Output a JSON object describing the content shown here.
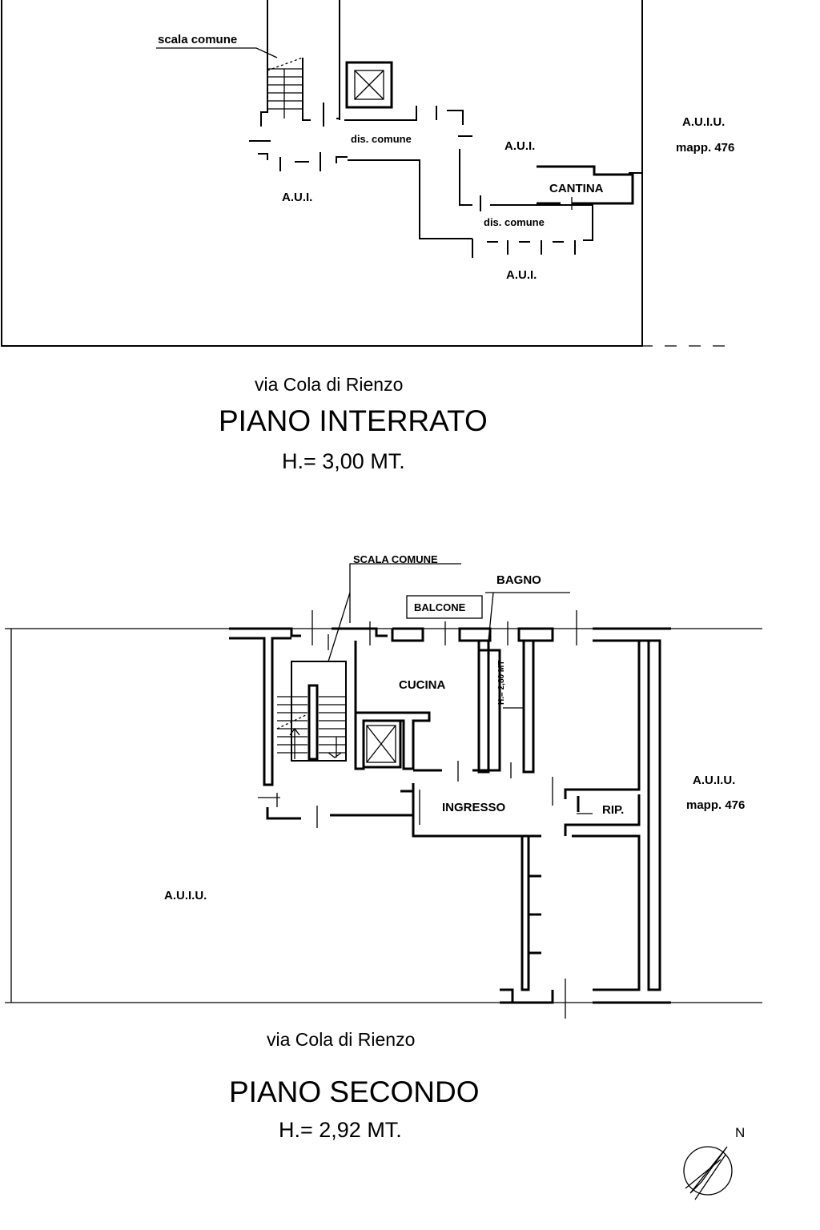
{
  "plan_interrato": {
    "labels": {
      "scala_comune": "scala comune",
      "dis_comune_1": "dis. comune",
      "dis_comune_2": "dis. comune",
      "aui_left": "A.U.I.",
      "aui_right": "A.U.I.",
      "aui_bottom": "A.U.I.",
      "cantina": "CANTINA",
      "auiu": "A.U.I.U.",
      "mapp": "mapp. 476"
    },
    "street": "via Cola di Rienzo",
    "title": "PIANO INTERRATO",
    "height": "H.= 3,00 MT."
  },
  "plan_secondo": {
    "labels": {
      "scala_comune": "SCALA COMUNE",
      "balcone": "BALCONE",
      "bagno": "BAGNO",
      "cucina": "CUCINA",
      "bagno_height": "H.= 2,80 MT",
      "ingresso": "INGRESSO",
      "rip": "RIP.",
      "auiu_right": "A.U.I.U.",
      "mapp": "mapp. 476",
      "auiu_left": "A.U.I.U."
    },
    "street": "via Cola di Rienzo",
    "title": "PIANO SECONDO",
    "height": "H.= 2,92 MT."
  },
  "north_arrow": {
    "label": "N",
    "icon": "north-arrow-icon"
  }
}
